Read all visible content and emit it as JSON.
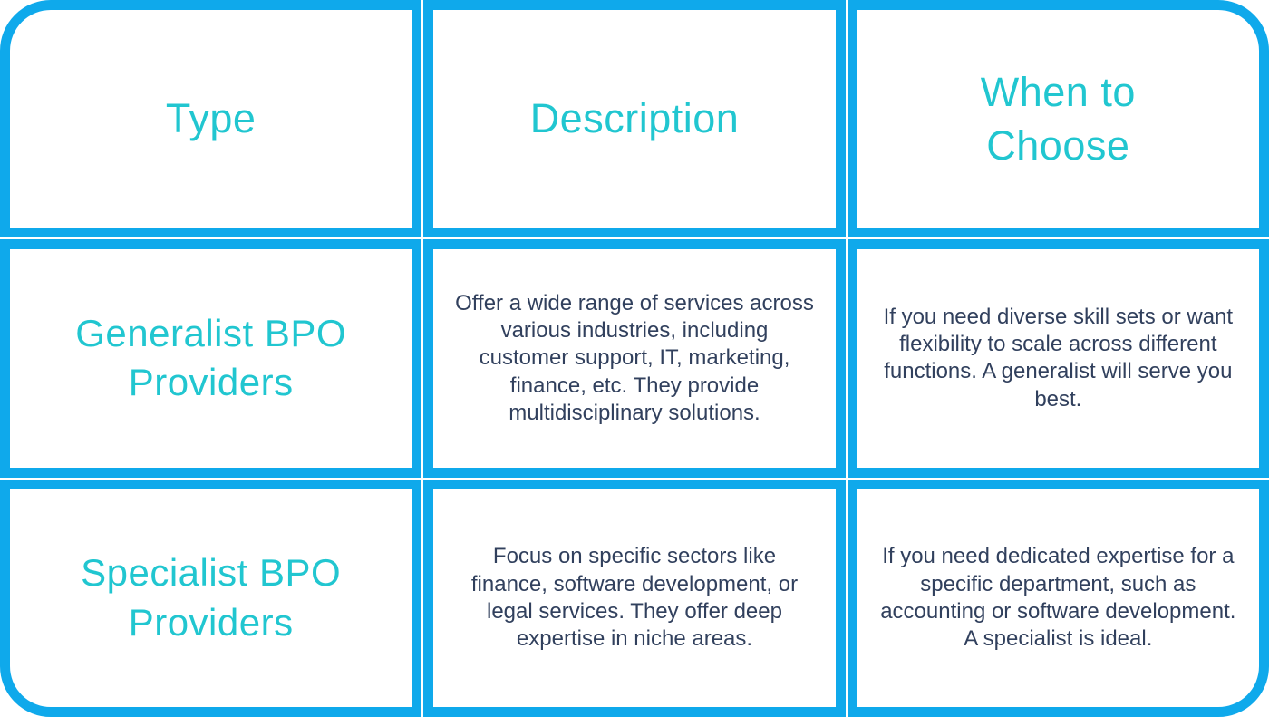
{
  "chart_data": {
    "type": "table",
    "columns": [
      "Type",
      "Description",
      "When to Choose"
    ],
    "rows": [
      [
        "Generalist BPO Providers",
        "Offer a wide range of services across various industries, including customer support, IT, marketing, finance, etc. They provide multidisciplinary solutions.",
        "If you need diverse skill sets or want flexibility to scale across different functions. A generalist will serve you best."
      ],
      [
        "Specialist BPO Providers",
        "Focus on specific sectors like finance, software development, or legal services. They offer deep expertise in niche areas.",
        "If you need dedicated expertise for a specific department, such as accounting or software development. A specialist is ideal."
      ]
    ],
    "title": "",
    "layout": "3x3 grid, equal thirds, all cells center-aligned"
  },
  "colors": {
    "border_blue": "#0FA9EB",
    "header_teal": "#21C6D0",
    "body_navy": "#31405D",
    "cell_background": "#FFFFFF"
  }
}
